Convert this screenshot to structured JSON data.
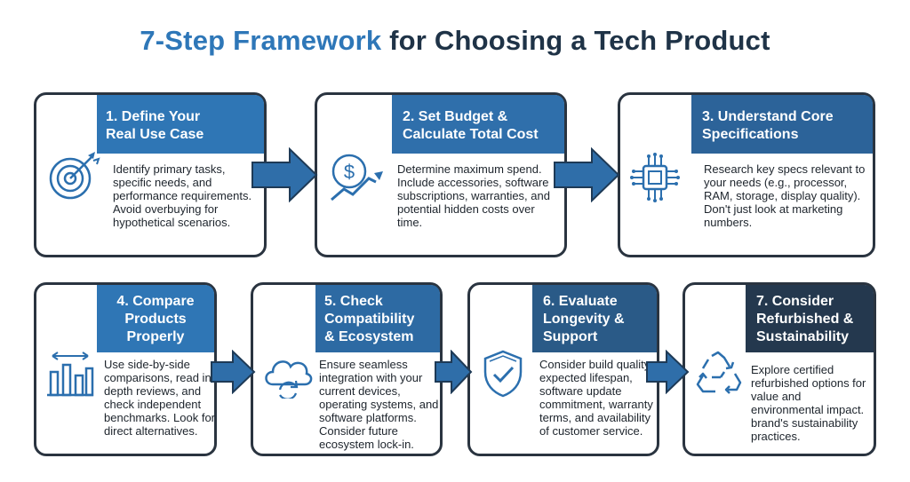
{
  "title": {
    "accent": "7-Step Framework",
    "rest": "for Choosing a Tech Product"
  },
  "steps": [
    {
      "title": "1. Define Your Real Use Case",
      "title_lines": [
        "1. Define Your",
        "Real Use Case"
      ],
      "body": "Identify primary tasks, specific needs, and performance requirements. Avoid overbuying for hypothetical scenarios.",
      "icon": "target-icon",
      "header_color": "#2f76b5"
    },
    {
      "title": "2. Set Budget & Calculate Total Cost",
      "title_lines": [
        "2. Set Budget &",
        "Calculate Total Cost"
      ],
      "body": "Determine maximum spend. Include accessories, software subscriptions, warranties, and potential hidden costs over time.",
      "icon": "dollar-growth-icon",
      "header_color": "#2f6fab"
    },
    {
      "title": "3. Understand Core Specifications",
      "title_lines": [
        "3. Understand Core",
        "Specifications"
      ],
      "body": "Research key specs relevant to your needs (e.g., processor, RAM, storage, display quality). Don't just look at marketing numbers.",
      "icon": "chip-icon",
      "header_color": "#2c6399"
    },
    {
      "title": "4. Compare Products Properly",
      "title_lines": [
        "4. Compare",
        "Products",
        "Properly"
      ],
      "body": "Use side-by-side comparisons, read in-depth reviews, and check independent benchmarks. Look for direct alternatives.",
      "icon": "bar-compare-icon",
      "header_color": "#2f76b5"
    },
    {
      "title": "5. Check Compatibility & Ecosystem",
      "title_lines": [
        "5. Check",
        "Compatibility",
        "& Ecosystem"
      ],
      "body": "Ensure seamless integration with your current devices, operating systems, and software platforms. Consider future ecosystem lock-in.",
      "icon": "cloud-sync-icon",
      "header_color": "#2d6aa3"
    },
    {
      "title": "6. Evaluate Longevity & Support",
      "title_lines": [
        "6. Evaluate",
        "Longevity &",
        "Support"
      ],
      "body": "Consider build quality, expected lifespan, software update commitment, warranty terms, and availability of customer service.",
      "icon": "shield-check-icon",
      "header_color": "#2a5a87"
    },
    {
      "title": "7. Consider Refurbished & Sustainability",
      "title_lines": [
        "7. Consider",
        "Refurbished &",
        "Sustainability"
      ],
      "body": "Explore certified refurbished options for value and environmental impact. brand's sustainability practices.",
      "icon": "recycle-icon",
      "header_color": "#24384e"
    }
  ],
  "colors": {
    "accent_blue": "#2e77b8",
    "dark_text": "#1f3347",
    "arrow_blue": "#2f6ea9",
    "icon_blue": "#2b6fae",
    "border": "#2a3440"
  }
}
